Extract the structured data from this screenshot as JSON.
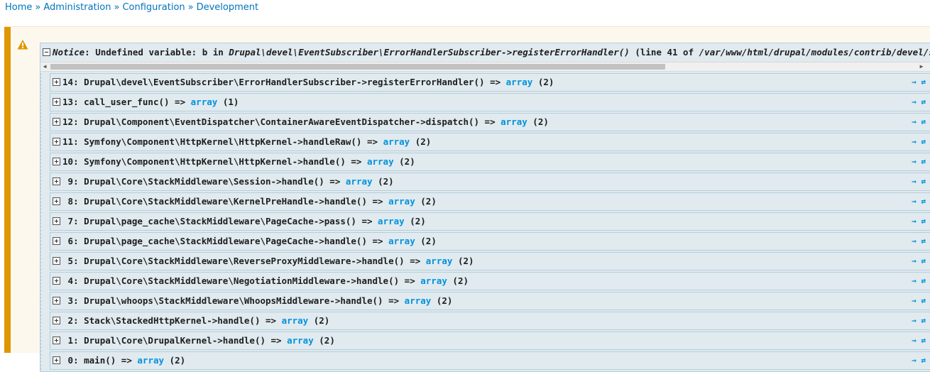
{
  "breadcrumb": {
    "items": [
      "Home",
      "Administration",
      "Configuration",
      "Development"
    ],
    "separator": "»"
  },
  "notice": {
    "label": "Notice",
    "text": ": Undefined variable: b in ",
    "class_method": "Drupal\\devel\\EventSubscriber\\ErrorHandlerSubscriber->registerErrorHandler()",
    "line_text": " (line 41 of ",
    "path": "/var/www/html/drupal/modules/contrib/devel/src/EventSubscriber/ErrorHandlerSubscriber.php"
  },
  "colors": {
    "warning_bar": "#e09600",
    "link": "#0074bd",
    "array_link": "#0092db"
  },
  "trace": [
    {
      "idx": "14",
      "call": "Drupal\\devel\\EventSubscriber\\ErrorHandlerSubscriber->registerErrorHandler() => ",
      "type": "array",
      "count": "(2)"
    },
    {
      "idx": "13",
      "call": "call_user_func() => ",
      "type": "array",
      "count": "(1)"
    },
    {
      "idx": "12",
      "call": "Drupal\\Component\\EventDispatcher\\ContainerAwareEventDispatcher->dispatch() => ",
      "type": "array",
      "count": "(2)"
    },
    {
      "idx": "11",
      "call": "Symfony\\Component\\HttpKernel\\HttpKernel->handleRaw() => ",
      "type": "array",
      "count": "(2)"
    },
    {
      "idx": "10",
      "call": "Symfony\\Component\\HttpKernel\\HttpKernel->handle() => ",
      "type": "array",
      "count": "(2)"
    },
    {
      "idx": " 9",
      "call": "Drupal\\Core\\StackMiddleware\\Session->handle() => ",
      "type": "array",
      "count": "(2)"
    },
    {
      "idx": " 8",
      "call": "Drupal\\Core\\StackMiddleware\\KernelPreHandle->handle() => ",
      "type": "array",
      "count": "(2)"
    },
    {
      "idx": " 7",
      "call": "Drupal\\page_cache\\StackMiddleware\\PageCache->pass() => ",
      "type": "array",
      "count": "(2)"
    },
    {
      "idx": " 6",
      "call": "Drupal\\page_cache\\StackMiddleware\\PageCache->handle() => ",
      "type": "array",
      "count": "(2)"
    },
    {
      "idx": " 5",
      "call": "Drupal\\Core\\StackMiddleware\\ReverseProxyMiddleware->handle() => ",
      "type": "array",
      "count": "(2)"
    },
    {
      "idx": " 4",
      "call": "Drupal\\Core\\StackMiddleware\\NegotiationMiddleware->handle() => ",
      "type": "array",
      "count": "(2)"
    },
    {
      "idx": " 3",
      "call": "Drupal\\whoops\\StackMiddleware\\WhoopsMiddleware->handle() => ",
      "type": "array",
      "count": "(2)"
    },
    {
      "idx": " 2",
      "call": "Stack\\StackedHttpKernel->handle() => ",
      "type": "array",
      "count": "(2)"
    },
    {
      "idx": " 1",
      "call": "Drupal\\Core\\DrupalKernel->handle() => ",
      "type": "array",
      "count": "(2)"
    },
    {
      "idx": " 0",
      "call": "main() => ",
      "type": "array",
      "count": "(2)"
    }
  ],
  "row_actions": "→ ⇄"
}
